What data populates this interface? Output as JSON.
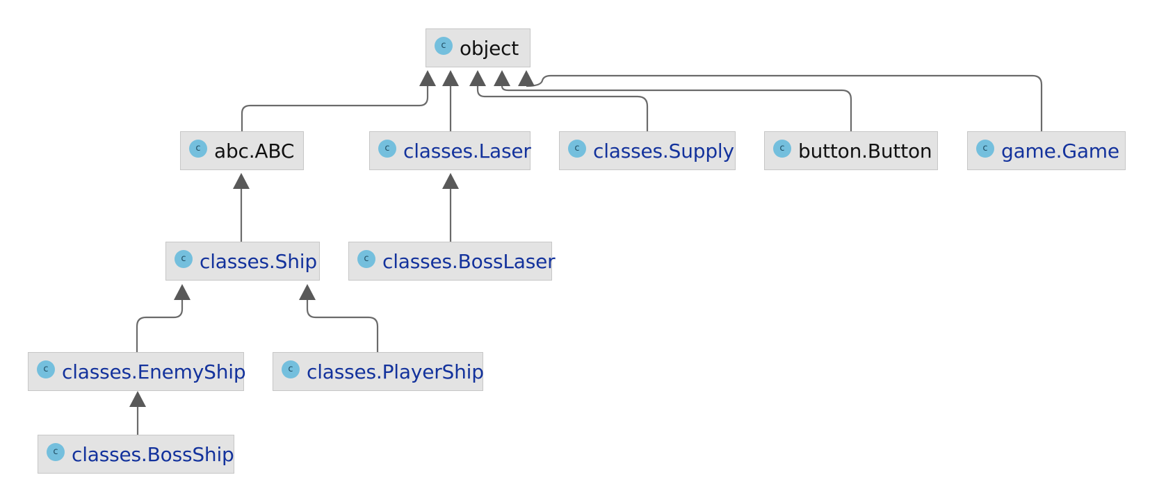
{
  "diagram": {
    "class_badge": "c",
    "nodes": [
      {
        "id": "object",
        "label": "object",
        "kind": "builtin"
      },
      {
        "id": "abc",
        "label": "abc.ABC",
        "kind": "builtin"
      },
      {
        "id": "laser",
        "label": "classes.Laser",
        "kind": "project"
      },
      {
        "id": "supply",
        "label": "classes.Supply",
        "kind": "project"
      },
      {
        "id": "button",
        "label": "button.Button",
        "kind": "builtin"
      },
      {
        "id": "game",
        "label": "game.Game",
        "kind": "project"
      },
      {
        "id": "ship",
        "label": "classes.Ship",
        "kind": "project"
      },
      {
        "id": "bosslaser",
        "label": "classes.BossLaser",
        "kind": "project"
      },
      {
        "id": "enemy",
        "label": "classes.EnemyShip",
        "kind": "project"
      },
      {
        "id": "player",
        "label": "classes.PlayerShip",
        "kind": "project"
      },
      {
        "id": "boss",
        "label": "classes.BossShip",
        "kind": "project"
      }
    ],
    "edges": [
      {
        "from": "abc",
        "to": "object"
      },
      {
        "from": "laser",
        "to": "object"
      },
      {
        "from": "supply",
        "to": "object"
      },
      {
        "from": "button",
        "to": "object"
      },
      {
        "from": "game",
        "to": "object"
      },
      {
        "from": "ship",
        "to": "abc"
      },
      {
        "from": "bosslaser",
        "to": "laser"
      },
      {
        "from": "enemy",
        "to": "ship"
      },
      {
        "from": "player",
        "to": "ship"
      },
      {
        "from": "boss",
        "to": "enemy"
      }
    ],
    "colors": {
      "node_fill": "#e3e3e3",
      "node_border": "#c6c6c6",
      "builtin_text": "#111111",
      "project_text": "#13329c",
      "badge_fill": "#74bfdd",
      "edge": "#5f5f5f"
    }
  }
}
